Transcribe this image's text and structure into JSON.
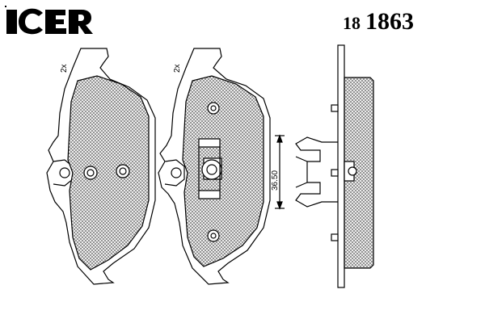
{
  "header": {
    "brand": "ICER",
    "part_number_prefix": "18",
    "part_number_main": "1863"
  },
  "drawing": {
    "left_pad_qty": "2x",
    "right_pad_qty": "2x",
    "thickness_dim": "36.50"
  },
  "colors": {
    "line": "#000000",
    "hatch": "#7a7a7a",
    "background": "#ffffff"
  }
}
